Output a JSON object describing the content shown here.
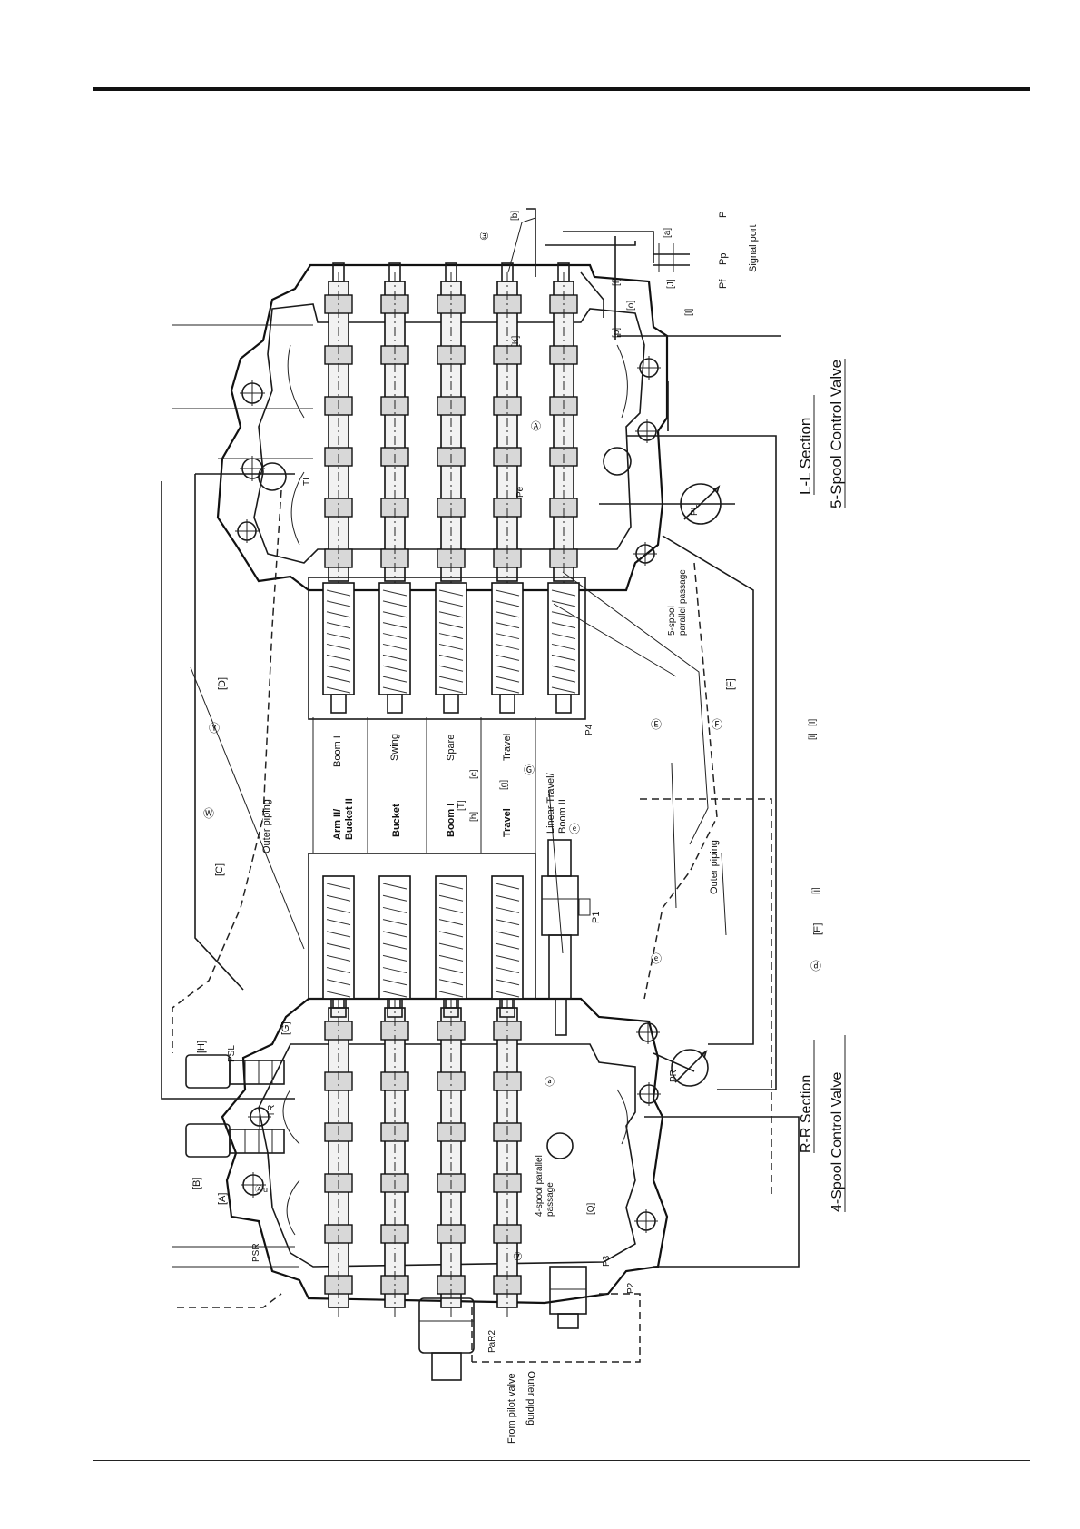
{
  "title_55": "L-L Section",
  "sub_55": "5-Spool Control Valve",
  "title_44": "R-R Section",
  "sub_44": "4-Spool Control Valve",
  "spools_5": [
    "Boom I",
    "Swing",
    "Spare",
    "Travel",
    "Linear Travel/\nBoom II"
  ],
  "spools_4": [
    "Arm II/\nBucket II",
    "Bucket",
    "Boom I",
    "Travel"
  ],
  "labels": {
    "outer_piping_1": "Outer piping",
    "outer_piping_2": "Outer piping",
    "outer_piping_3": "Outer piping",
    "from_pilot": "From pilot valve",
    "passage5": "5-spool\nparallel passage",
    "passage4": "4-spool parallel\npassage",
    "signal_port": "Signal port",
    "p": "P",
    "pp": "Pp",
    "pf": "Pf",
    "p1": "P1",
    "p2": "P2",
    "p3": "P3",
    "p4": "P4",
    "pl": "PL",
    "pr": "PR",
    "psl": "PSL",
    "psr": "PSR",
    "par2": "PaR2",
    "tl": "TL",
    "tr": "TR",
    "pe": "Pe",
    "b_a": "[a]",
    "b_b": "[b]",
    "b_c": "[c]",
    "b_f": "[f]",
    "b_g": "[g]",
    "b_h": "[h]",
    "b_i": "[i]",
    "b_j": "[j]",
    "b_o": "[o]",
    "b_p": "[p]",
    "b_k": "[K]",
    "b_bigJ": "[J]",
    "b_I": "[I]",
    "b_bigI": "[I]",
    "b_C": "[C]",
    "b_D": "[D]",
    "b_E": "[E]",
    "b_F": "[F]",
    "b_G": "[G]",
    "b_H": "[H]",
    "b_A": "[A]",
    "b_B": "[B]",
    "b_Q": "[Q]",
    "b_T": "[T]",
    "c3": "③",
    "c7": "⑦",
    "cA": "Ⓐ",
    "cY": "Ⓨ",
    "cW": "Ⓦ",
    "cE": "Ⓔ",
    "cF": "Ⓕ",
    "cG": "Ⓖ",
    "cD": "ⓓ",
    "cE2": "ⓔ",
    "cE3": "ⓔ",
    "cA2": "ⓐ",
    "cAu": "Ⓐu"
  }
}
